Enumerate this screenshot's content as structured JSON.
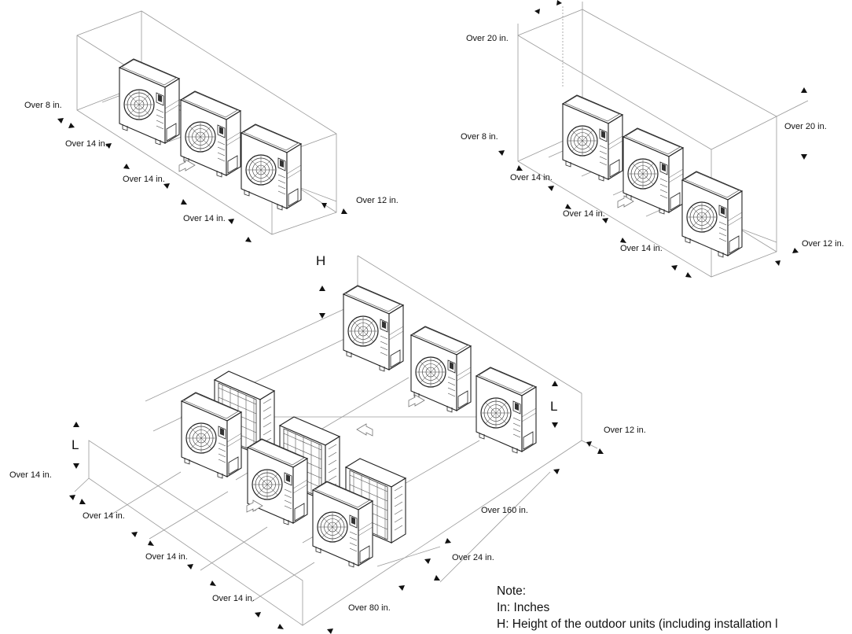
{
  "diagram": {
    "top_left": {
      "labels": [
        "Over 8 in.",
        "Over 14 in.",
        "Over 14 in.",
        "Over 14 in.",
        "Over 12 in."
      ]
    },
    "top_right": {
      "labels": [
        "Over 20 in.",
        "Over 20 in.",
        "Over 8 in.",
        "Over 14 in.",
        "Over 14 in.",
        "Over 14 in.",
        "Over 12 in."
      ]
    },
    "bottom": {
      "labels": [
        "H",
        "L",
        "L",
        "Over 12 in.",
        "Over 14 in.",
        "Over 14 in.",
        "Over 14 in.",
        "Over 14 in.",
        "Over 160 in.",
        "Over 24 in.",
        "Over 80 in."
      ]
    }
  },
  "note": {
    "title": "Note:",
    "line1": "In: Inches",
    "line2": "H: Height of the outdoor units (including installation l"
  }
}
